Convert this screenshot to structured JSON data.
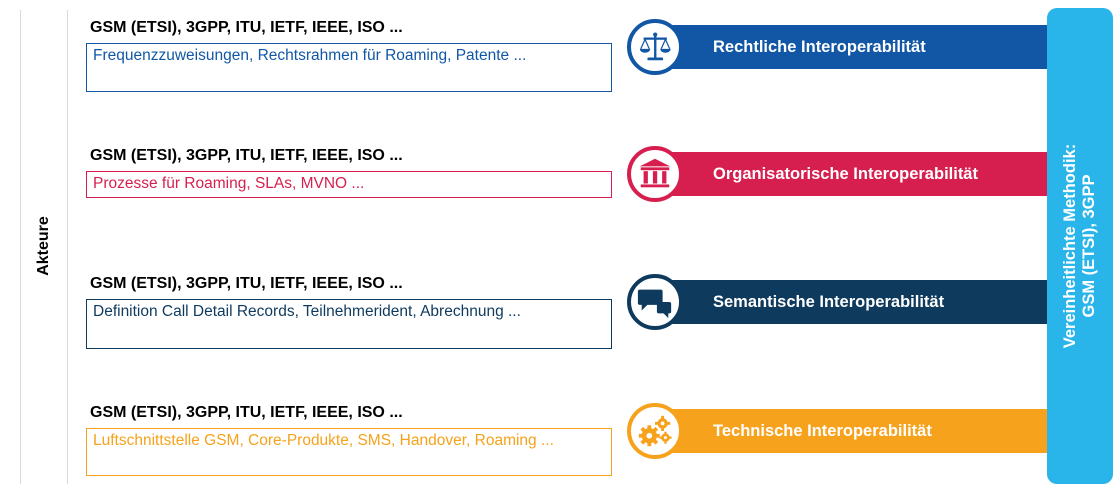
{
  "actors_label": "Akteure",
  "method": {
    "line1": "Vereinheitlichte Methodik:",
    "line2": "GSM (ETSI), 3GPP",
    "color": "#29b5ea"
  },
  "rows": [
    {
      "actors": "GSM (ETSI), 3GPP, ITU, IETF, IEEE, ISO ...",
      "description": "Frequenzzuweisungen, Rechtsrahmen für Roaming, Patente ...",
      "level": "Rechtliche Interoperabilität",
      "icon": "scales-icon",
      "color": "#1257a5"
    },
    {
      "actors": "GSM (ETSI), 3GPP, ITU, IETF, IEEE, ISO ...",
      "description": "Prozesse für Roaming, SLAs, MVNO ...",
      "level": "Organisatorische Interoperabilität",
      "icon": "institution-icon",
      "color": "#d61f4f"
    },
    {
      "actors": "GSM (ETSI), 3GPP, ITU, IETF, IEEE, ISO ...",
      "description": "Definition Call Detail Records, Teilnehmerident, Abrechnung ...",
      "level": "Semantische Interoperabilität",
      "icon": "speech-bubbles-icon",
      "color": "#0e3a5e"
    },
    {
      "actors": "GSM (ETSI), 3GPP, ITU, IETF, IEEE, ISO ...",
      "description": "Luftschnittstelle GSM, Core-Produkte, SMS, Handover, Roaming ...",
      "level": "Technische Interoperabilität",
      "icon": "gears-icon",
      "color": "#f6a21c"
    }
  ]
}
